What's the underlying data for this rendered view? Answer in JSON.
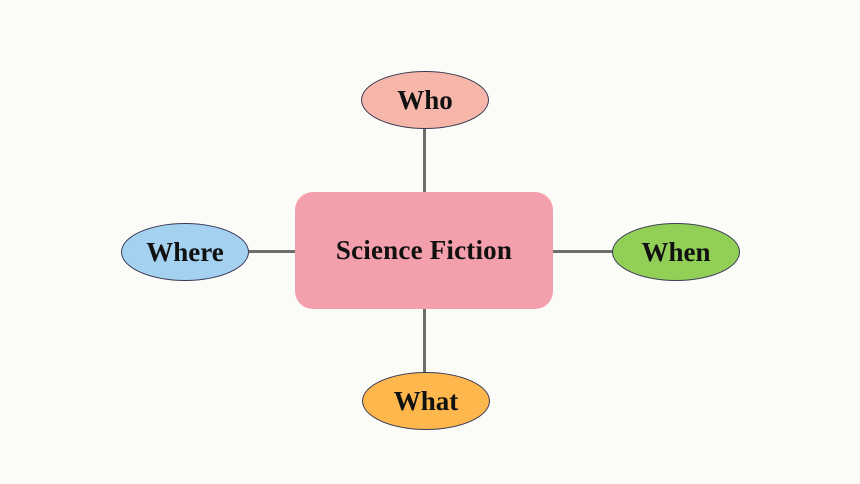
{
  "diagram": {
    "center": {
      "label": "Science Fiction",
      "color": "#f4a0ac"
    },
    "branches": {
      "top": {
        "label": "Who",
        "color": "#f6b7aa"
      },
      "left": {
        "label": "Where",
        "color": "#a3d1ef"
      },
      "right": {
        "label": "When",
        "color": "#92cf57"
      },
      "bottom": {
        "label": "What",
        "color": "#fdb74c"
      }
    },
    "connector_color": "#6e6e6e"
  }
}
